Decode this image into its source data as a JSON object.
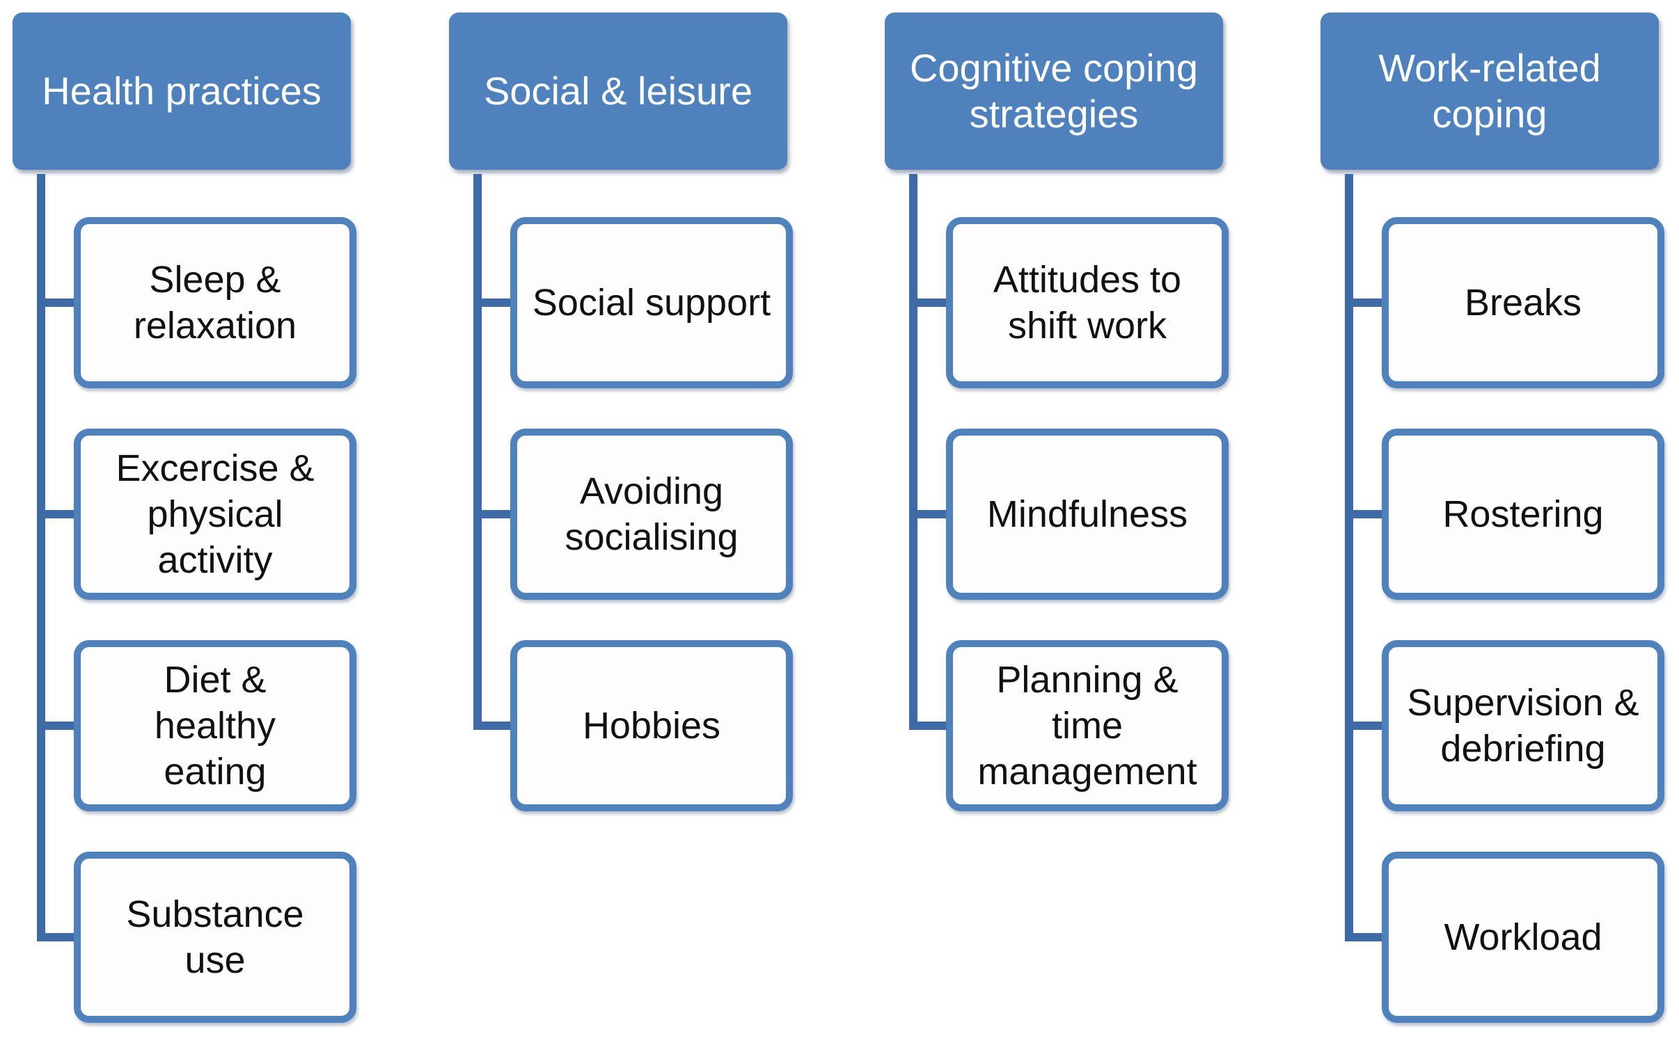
{
  "colors": {
    "header_fill": "#4f81bd",
    "header_text": "#ffffff",
    "child_border": "#4f81bd",
    "child_fill": "#fdfdfd",
    "connector": "#3e6aa8",
    "child_text": "#111111"
  },
  "columns": [
    {
      "header": "Health practices",
      "items": [
        "Sleep &\nrelaxation",
        "Excercise &\nphysical\nactivity",
        "Diet &\nhealthy\neating",
        "Substance\nuse"
      ]
    },
    {
      "header": "Social & leisure",
      "items": [
        "Social support",
        "Avoiding\nsocialising",
        "Hobbies"
      ]
    },
    {
      "header": "Cognitive coping\nstrategies",
      "items": [
        "Attitudes to\nshift work",
        "Mindfulness",
        "Planning &\ntime\nmanagement"
      ]
    },
    {
      "header": "Work-related\ncoping",
      "items": [
        "Breaks",
        "Rostering",
        "Supervision &\ndebriefing",
        "Workload"
      ]
    }
  ]
}
